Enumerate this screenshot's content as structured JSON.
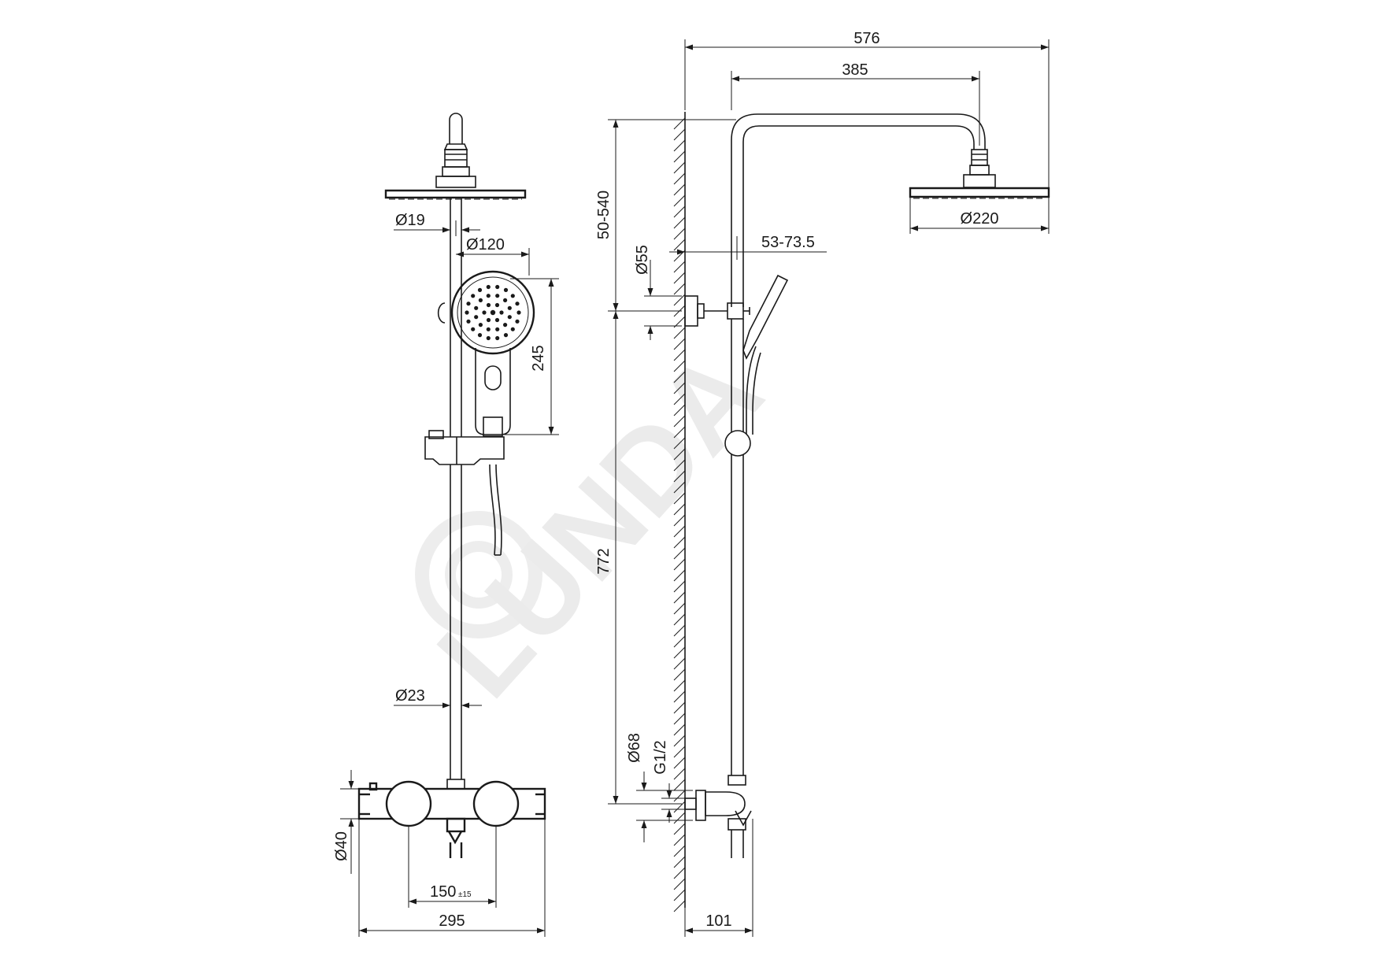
{
  "diagram": {
    "watermark": "LUNDA",
    "front_view": {
      "dims": {
        "dia_arm": "Ø19",
        "dia_hand": "Ø120",
        "h_hand": "245",
        "dia_rail": "Ø23",
        "dia_body": "Ø40",
        "spacing": "150",
        "spacing_tol": "±15",
        "width": "295"
      }
    },
    "side_view": {
      "dims": {
        "total_projection": "576",
        "arm_length": "385",
        "height_adj": "50-540",
        "dia_head": "Ø220",
        "bracket_offset": "53-73.5",
        "dia_bracket": "Ø55",
        "rail_length": "772",
        "dia_rosette": "Ø68",
        "thread": "G1/2",
        "wall_offset": "101"
      }
    }
  }
}
